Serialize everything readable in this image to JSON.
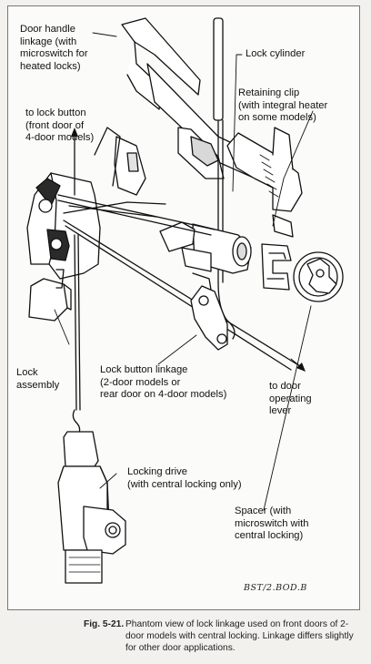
{
  "labels": {
    "door_handle_linkage": "Door handle\nlinkage (with\nmicroswitch for\nheated locks)",
    "lock_cylinder": "Lock cylinder",
    "retaining_clip": "Retaining clip\n(with integral heater\non some models)",
    "to_lock_button": "to lock button\n(front door of\n4-door models)",
    "lock_assembly": "Lock\nassembly",
    "lock_button_linkage": "Lock button linkage\n(2-door models or\nrear door on 4-door models)",
    "to_door_operating_lever": "to door\noperating\nlever",
    "locking_drive": "Locking drive\n(with central locking only)",
    "spacer": "Spacer (with\nmicroswitch with\ncentral locking)"
  },
  "signature": "BST/2.BOD.B",
  "caption": {
    "fig_label": "Fig. 5-21.",
    "text": "Phantom view of lock linkage used on front doors of 2-door models with central locking. Linkage differs slightly for other door applications."
  },
  "colors": {
    "ink": "#111111",
    "paper": "#fbfbf9",
    "background": "#f2f1ee"
  }
}
